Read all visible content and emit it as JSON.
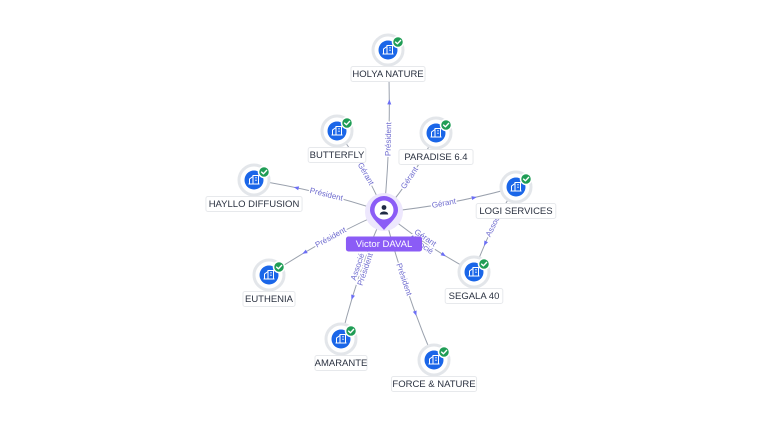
{
  "center": {
    "name": "Victor DAVAL",
    "icon": "person-icon",
    "color": "#8b5cf6"
  },
  "colors": {
    "company": "#1a66e8",
    "verified": "#1f9d55",
    "edge_label": "#6f6ccf"
  },
  "companies": [
    {
      "id": "holya",
      "name": "HOLYA NATURE",
      "icon": "building-icon",
      "verified": true
    },
    {
      "id": "butterfly",
      "name": "BUTTERFLY",
      "icon": "building-icon",
      "verified": true
    },
    {
      "id": "paradise",
      "name": "PARADISE 6.4",
      "icon": "building-icon",
      "verified": true
    },
    {
      "id": "hayllo",
      "name": "HAYLLO DIFFUSION",
      "icon": "building-icon",
      "verified": true
    },
    {
      "id": "logi",
      "name": "LOGI SERVICES",
      "icon": "building-icon",
      "verified": true
    },
    {
      "id": "euthenia",
      "name": "EUTHENIA",
      "icon": "building-icon",
      "verified": true
    },
    {
      "id": "segala",
      "name": "SEGALA 40",
      "icon": "building-icon",
      "verified": true
    },
    {
      "id": "amarante",
      "name": "AMARANTE",
      "icon": "building-icon",
      "verified": true
    },
    {
      "id": "force",
      "name": "FORCE & NATURE",
      "icon": "building-icon",
      "verified": true
    }
  ],
  "relations": [
    {
      "from": "center",
      "to": "holya",
      "roles": [
        "Président"
      ]
    },
    {
      "from": "center",
      "to": "butterfly",
      "roles": [
        "Gérant"
      ]
    },
    {
      "from": "center",
      "to": "paradise",
      "roles": [
        "Gérant"
      ]
    },
    {
      "from": "center",
      "to": "hayllo",
      "roles": [
        "Président"
      ]
    },
    {
      "from": "center",
      "to": "logi",
      "roles": [
        "Gérant"
      ]
    },
    {
      "from": "center",
      "to": "euthenia",
      "roles": [
        "Président"
      ]
    },
    {
      "from": "center",
      "to": "segala",
      "roles": [
        "Gérant",
        "Associé"
      ]
    },
    {
      "from": "center",
      "to": "amarante",
      "roles": [
        "Président",
        "Associé"
      ]
    },
    {
      "from": "center",
      "to": "force",
      "roles": [
        "Président"
      ]
    },
    {
      "from": "logi",
      "to": "segala",
      "roles": [
        "Associé"
      ]
    }
  ]
}
